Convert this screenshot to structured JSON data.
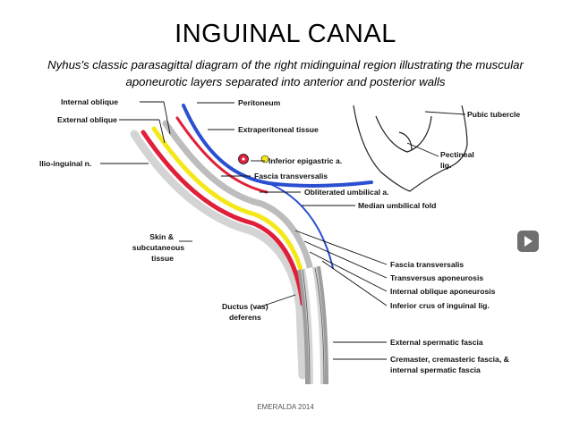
{
  "slide": {
    "title": "INGUINAL CANAL",
    "subtitle": "Nyhus's classic parasagittal diagram of the right midinguinal region illustrating the muscular aponeurotic layers separated into anterior and posterior walls",
    "footer": "EMERALDA 2014"
  },
  "diagram": {
    "labels": {
      "internal_oblique": "Internal oblique",
      "external_oblique": "External oblique",
      "ilio_inguinal": "Ilio-inguinal n.",
      "skin_1": "Skin &",
      "skin_2": "subcutaneous",
      "skin_3": "tissue",
      "ductus_1": "Ductus (vas)",
      "ductus_2": "deferens",
      "peritoneum": "Peritoneum",
      "extraperitoneal": "Extraperitoneal tissue",
      "inferior_epigastric": "Inferior epigastric a.",
      "fascia_transversalis_top": "Fascia transversalis",
      "obliterated_umbilical": "Obliterated umbilical a.",
      "median_umbilical": "Median umbilical fold",
      "pubic_tubercle": "Pubic tubercle",
      "pectineal_1": "Pectineal",
      "pectineal_2": "lig.",
      "fascia_transversalis": "Fascia transversalis",
      "transversus_aponeurosis": "Transversus aponeurosis",
      "internal_oblique_aponeurosis": "Internal oblique aponeurosis",
      "inferior_crus": "Inferior crus of inguinal lig.",
      "external_spermatic": "External spermatic fascia",
      "cremaster_1": "Cremaster, cremasteric fascia, &",
      "cremaster_2": "internal spermatic fascia"
    },
    "colors": {
      "peritoneum": "#2a4fd0",
      "muscle_red": "#e0203a",
      "aponeurosis_yellow": "#f4e81a",
      "fascia_grey": "#bdbdbd",
      "line": "#111111"
    }
  },
  "navigation": {
    "next_icon": "play-next-icon"
  }
}
